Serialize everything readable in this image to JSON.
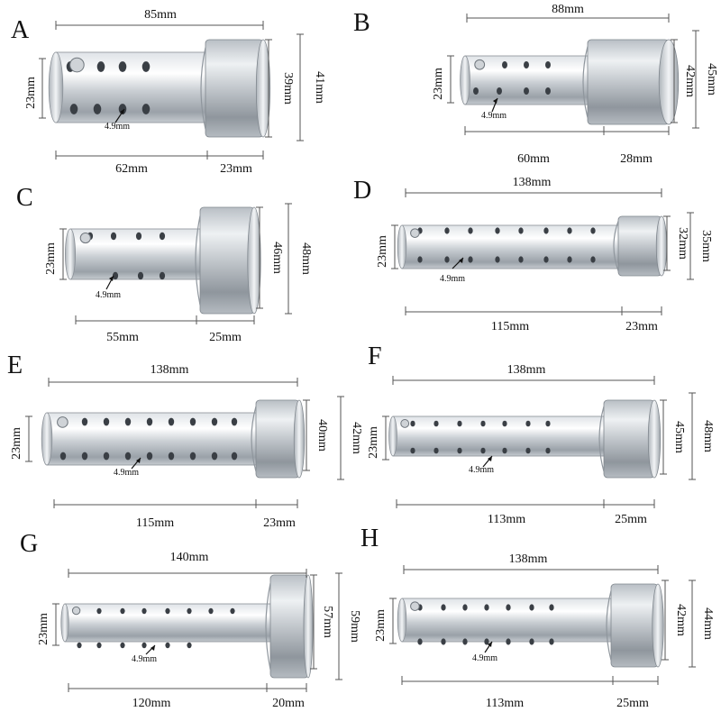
{
  "title": "",
  "panels": [
    {
      "letter": "A",
      "total": "85mm",
      "tube_dia": "23mm",
      "cap_inner": "39mm",
      "cap_outer": "41mm",
      "hole": "4.9mm",
      "tube_len": "62mm",
      "cap_len": "23mm"
    },
    {
      "letter": "B",
      "total": "88mm",
      "tube_dia": "23mm",
      "cap_inner": "42mm",
      "cap_outer": "45mm",
      "hole": "4.9mm",
      "tube_len": "60mm",
      "cap_len": "28mm"
    },
    {
      "letter": "C",
      "total": "",
      "tube_dia": "23mm",
      "cap_inner": "46mm",
      "cap_outer": "48mm",
      "hole": "4.9mm",
      "tube_len": "55mm",
      "cap_len": "25mm"
    },
    {
      "letter": "D",
      "total": "138mm",
      "tube_dia": "23mm",
      "cap_inner": "32mm",
      "cap_outer": "35mm",
      "hole": "4.9mm",
      "tube_len": "115mm",
      "cap_len": "23mm"
    },
    {
      "letter": "E",
      "total": "138mm",
      "tube_dia": "23mm",
      "cap_inner": "40mm",
      "cap_outer": "42mm",
      "hole": "4.9mm",
      "tube_len": "115mm",
      "cap_len": "23mm"
    },
    {
      "letter": "F",
      "total": "138mm",
      "tube_dia": "23mm",
      "cap_inner": "45mm",
      "cap_outer": "48mm",
      "hole": "4.9mm",
      "tube_len": "113mm",
      "cap_len": "25mm"
    },
    {
      "letter": "G",
      "total": "140mm",
      "tube_dia": "23mm",
      "cap_inner": "57mm",
      "cap_outer": "59mm",
      "hole": "4.9mm",
      "tube_len": "120mm",
      "cap_len": "20mm"
    },
    {
      "letter": "H",
      "total": "138mm",
      "tube_dia": "23mm",
      "cap_inner": "42mm",
      "cap_outer": "44mm",
      "hole": "4.9mm",
      "tube_len": "113mm",
      "cap_len": "25mm"
    }
  ],
  "colors": {
    "metal_light": "#f4f6f8",
    "metal_mid": "#c3c8cd",
    "metal_dark": "#7d848b",
    "hole": "#3a3f45",
    "line": "#555555"
  }
}
